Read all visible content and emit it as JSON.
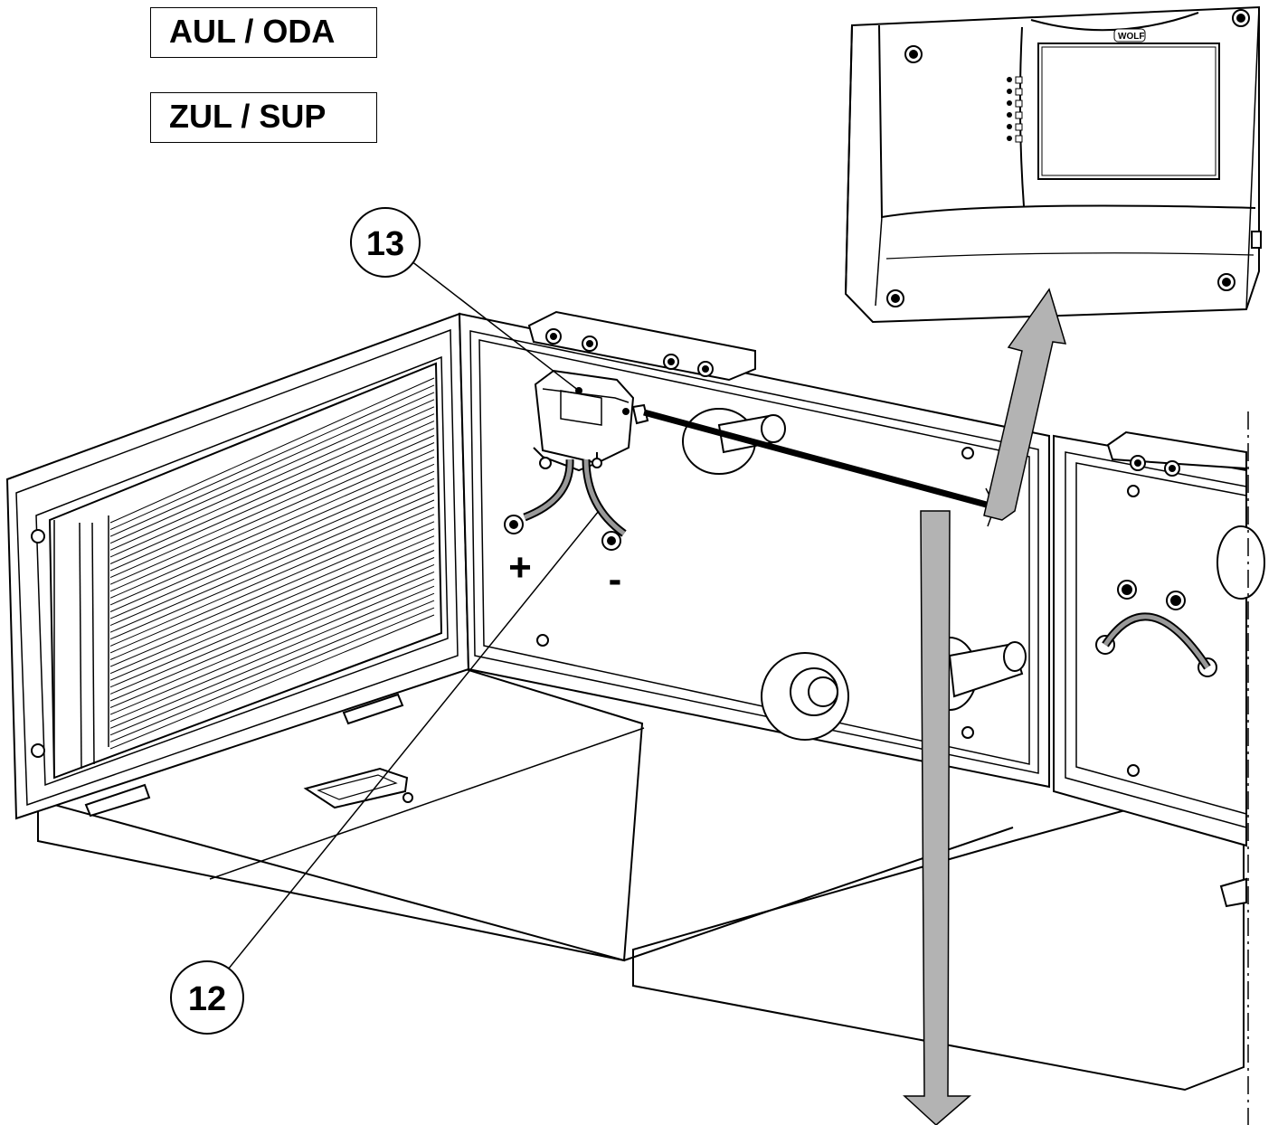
{
  "legend": {
    "outdoor_air": "AUL / ODA",
    "supply_air": "ZUL / SUP"
  },
  "callouts": {
    "c13": "13",
    "c12": "12"
  },
  "terminals": {
    "plus": "+",
    "minus": "-"
  },
  "controller": {
    "brand": "WOLF"
  },
  "colors": {
    "line": "#000000",
    "airflow_arrow": "#b3b3b3",
    "housing_fill": "#ffffff"
  }
}
